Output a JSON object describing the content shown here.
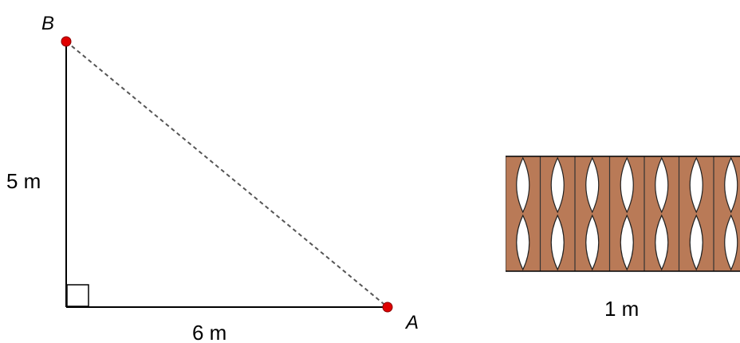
{
  "triangle": {
    "point_b_label": "B",
    "point_a_label": "A",
    "vertical_side_label": "5 m",
    "horizontal_side_label": "6 m"
  },
  "panel": {
    "width_label": "1 m"
  },
  "colors": {
    "point_fill": "#e00000",
    "panel_fill": "#b97a57",
    "line": "#000000",
    "dashed_line": "#555555"
  }
}
